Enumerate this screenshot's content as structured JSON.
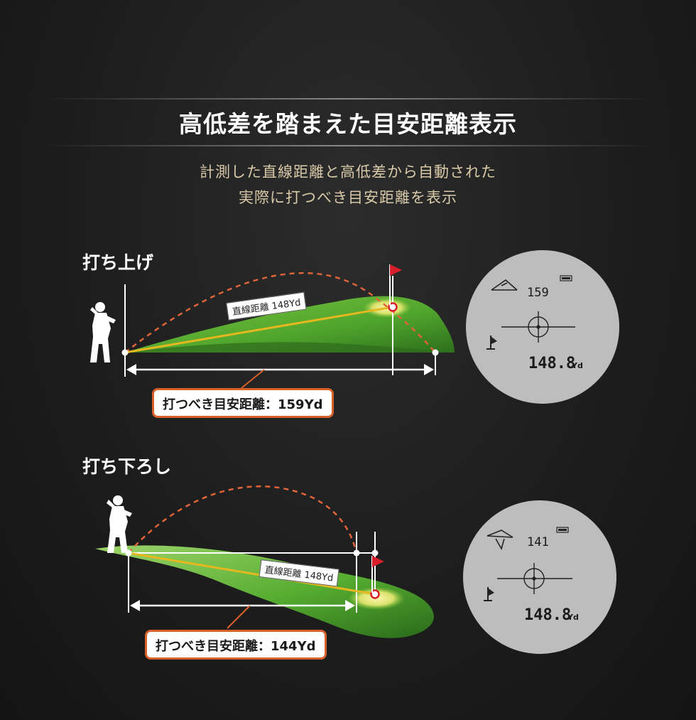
{
  "header": {
    "title": "高低差を踏まえた目安距離表示",
    "subtitle_line1": "計測した直線距離と高低差から自動された",
    "subtitle_line2": "実際に打つべき目安距離を表示"
  },
  "uphill": {
    "label": "打ち上げ",
    "line_tag": "直線距離 148Yd",
    "result": "打つべき目安距離：159Yd",
    "scope": {
      "top_value": "159",
      "bottom_value": "148.8",
      "unit": "Yd"
    }
  },
  "downhill": {
    "label": "打ち下ろし",
    "line_tag": "直線距離 148Yd",
    "result": "打つべき目安距離：144Yd",
    "scope": {
      "top_value": "141",
      "bottom_value": "148.8",
      "unit": "Yd"
    }
  },
  "colors": {
    "fairway": "#4fa52c",
    "flag": "#d81e2a",
    "accent_line": "#e6b820",
    "trajectory": "#e0643a",
    "scope_bg": "#bdbdbd",
    "result_border": "#d8602a"
  },
  "icons": [
    "golfer-icon",
    "flag-icon",
    "battery-icon",
    "mountain-up-icon",
    "mountain-down-icon",
    "crosshair-icon"
  ]
}
